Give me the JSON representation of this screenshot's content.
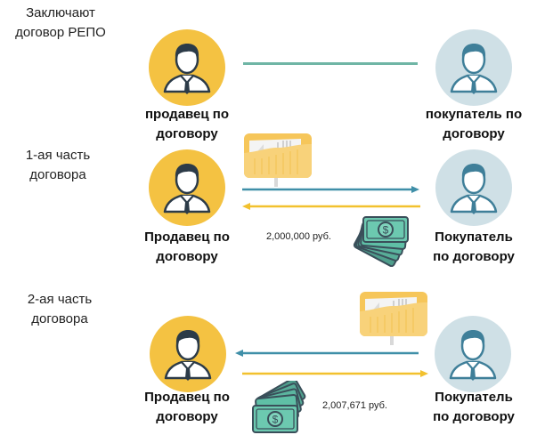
{
  "stages": [
    {
      "label_lines": [
        "Заключают",
        "договор РЕПО"
      ],
      "seller": {
        "line1": "продавец по",
        "line2": "договору"
      },
      "buyer": {
        "line1": "покупатель по",
        "line2": "договору"
      }
    },
    {
      "label_lines": [
        "1-ая часть",
        "договора"
      ],
      "seller": {
        "line1": "Продавец по",
        "line2": "договору"
      },
      "buyer": {
        "line1": "Покупатель",
        "line2": "по договору"
      },
      "amount": "2,000,000 руб.",
      "securities_direction": "seller-to-buyer",
      "cash_direction": "buyer-to-seller"
    },
    {
      "label_lines": [
        "2-ая часть",
        "договора"
      ],
      "seller": {
        "line1": "Продавец по",
        "line2": "договору"
      },
      "buyer": {
        "line1": "Покупатель",
        "line2": "по договору"
      },
      "amount": "2,007,671 руб.",
      "securities_direction": "buyer-to-seller",
      "cash_direction": "seller-to-buyer"
    }
  ],
  "colors": {
    "seller": "#f4c242",
    "buyer": "#cfe0e6",
    "agreement_line": "#6fb5a5",
    "securities_arrow": "#3f8fa8",
    "cash_arrow": "#f2c12e",
    "money": "#5bbfa5",
    "folder": "#f8d27a"
  },
  "icons": {
    "seller": "person-icon",
    "buyer": "person-icon",
    "securities": "folder-icon",
    "cash": "money-stack-icon"
  }
}
